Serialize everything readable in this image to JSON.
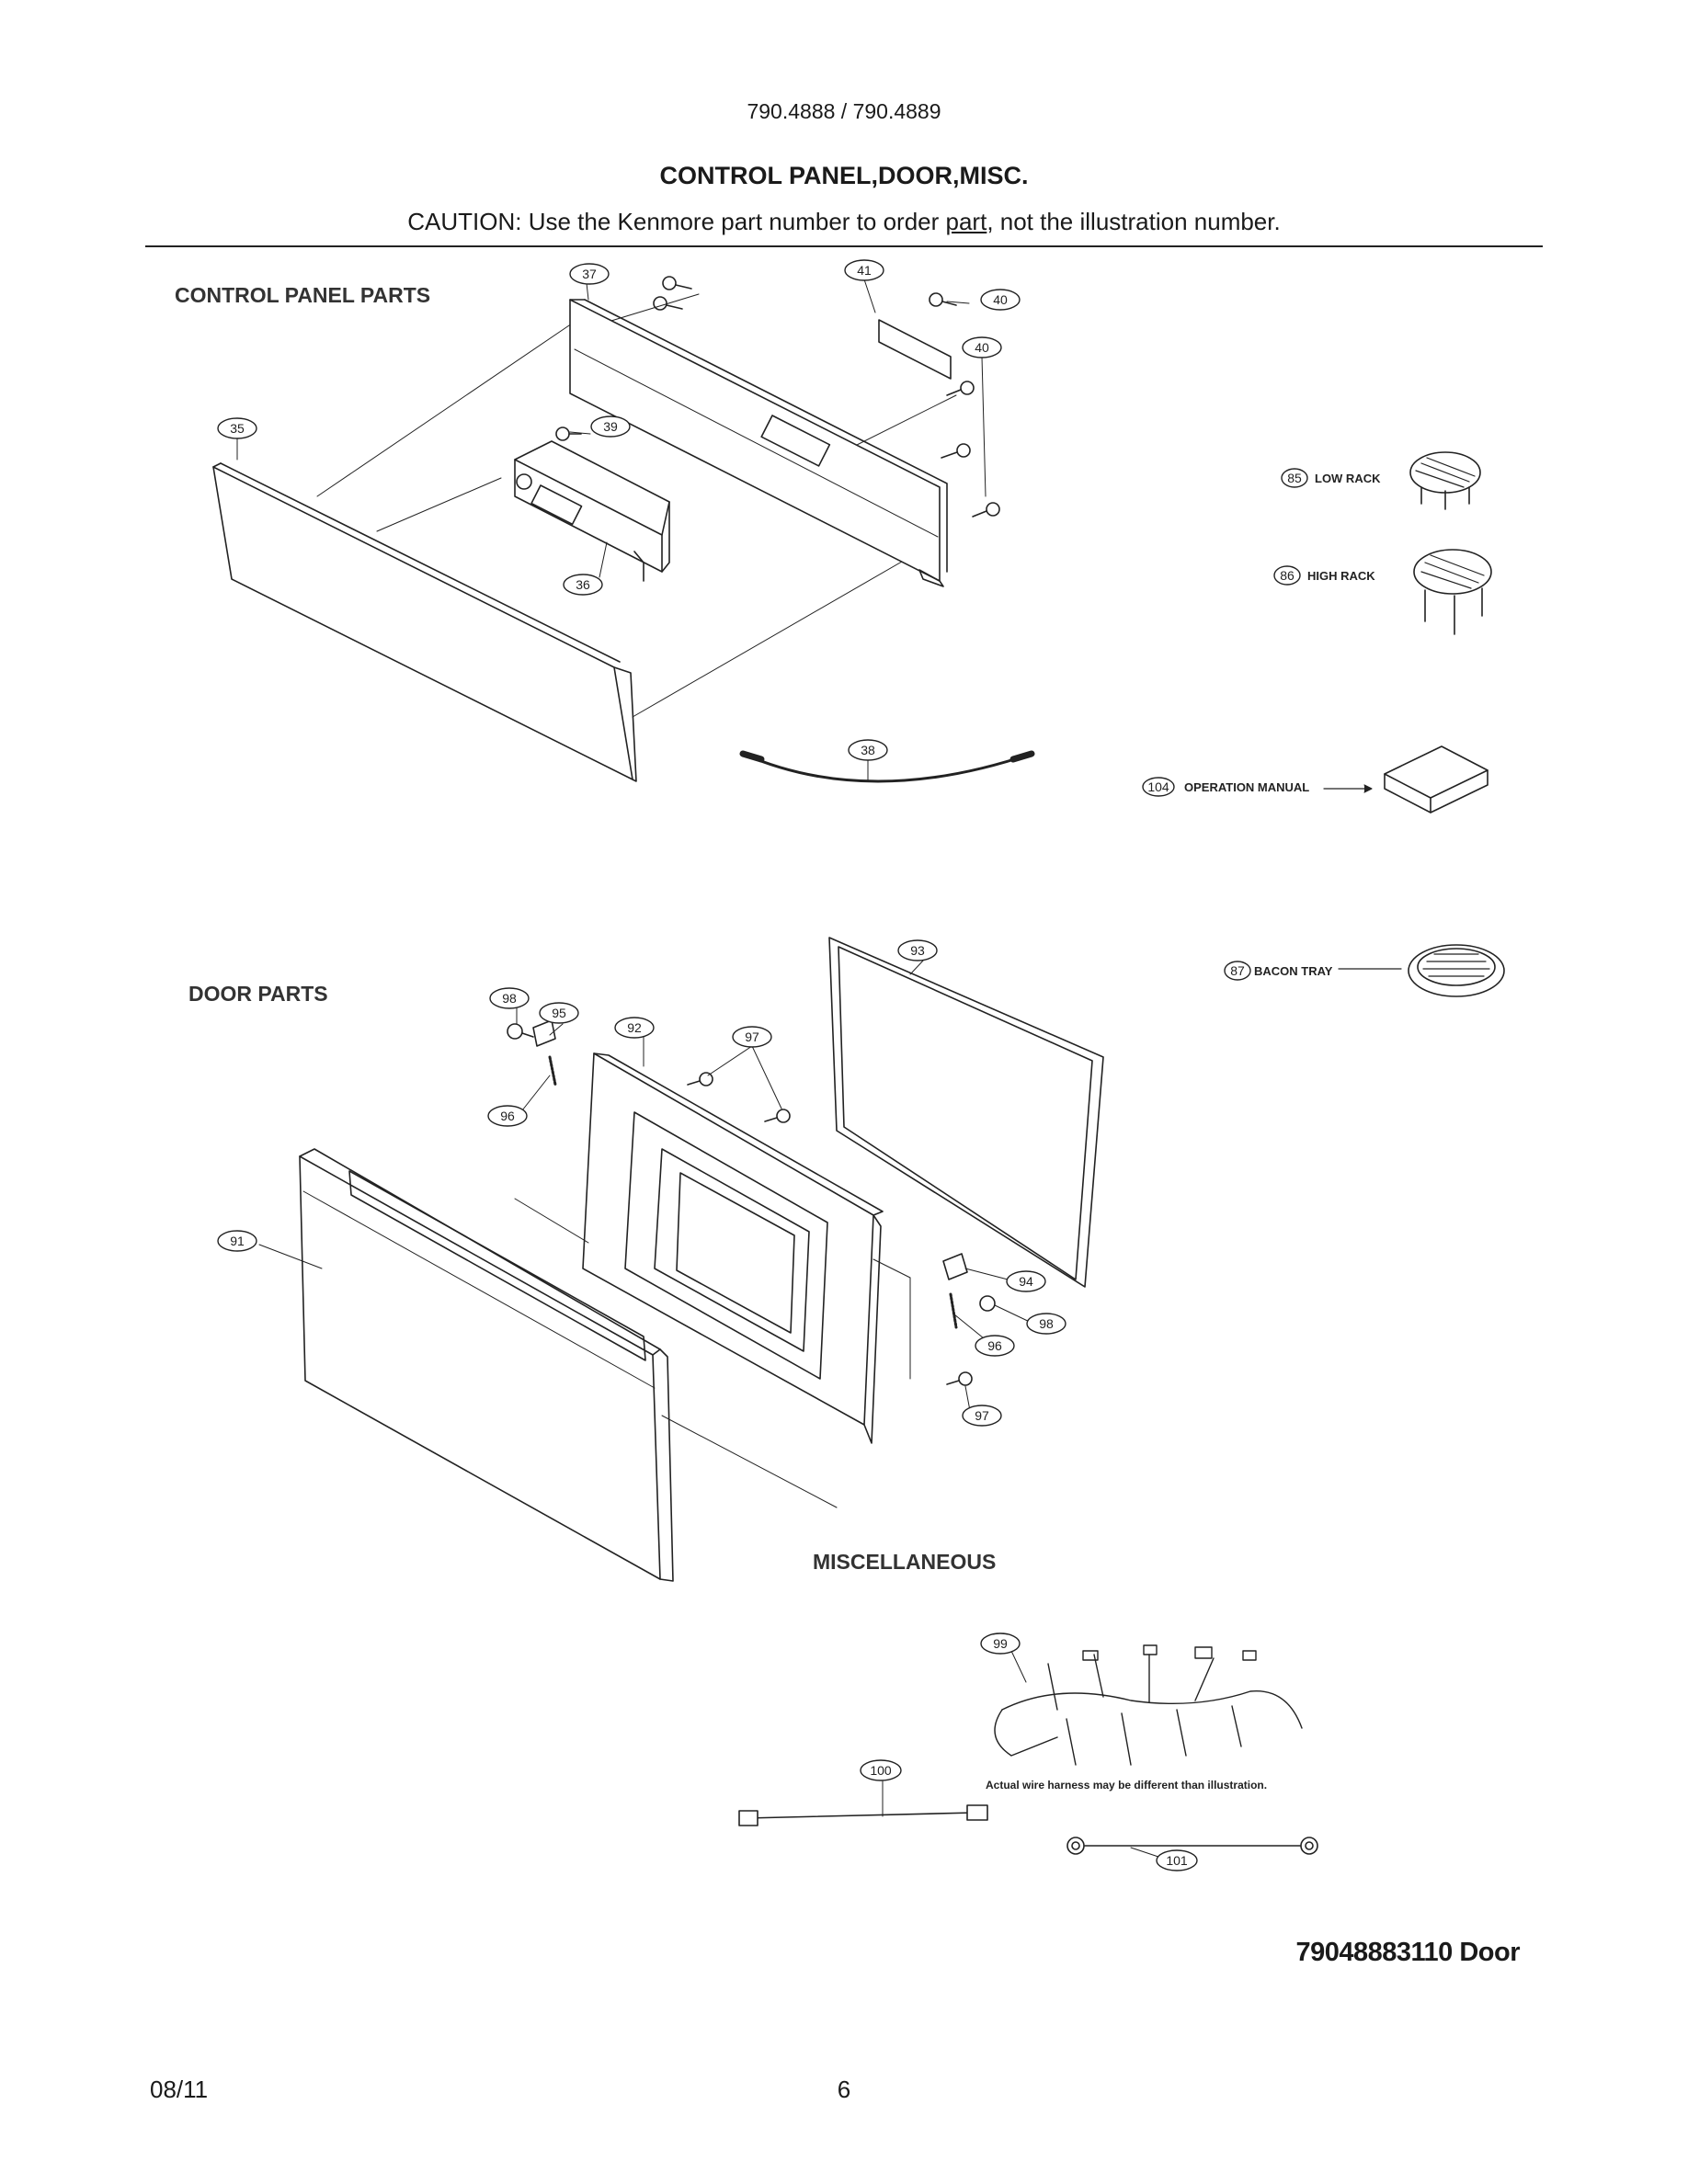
{
  "header": {
    "model": "790.4888 / 790.4889",
    "title": "CONTROL PANEL,DOOR,MISC.",
    "caution_prefix": "CAUTION: Use the Kenmore part number to order ",
    "caution_link": "part",
    "caution_suffix": ", not the illustration number."
  },
  "sections": {
    "control_panel": "CONTROL PANEL PARTS",
    "door": "DOOR PARTS",
    "misc": "MISCELLANEOUS"
  },
  "callouts": {
    "c37": "37",
    "c41": "41",
    "c40a": "40",
    "c40b": "40",
    "c35": "35",
    "c39": "39",
    "c36": "36",
    "c38": "38",
    "c85": "85",
    "c86": "86",
    "c104": "104",
    "c87": "87",
    "c93": "93",
    "c98a": "98",
    "c95": "95",
    "c92": "92",
    "c97a": "97",
    "c96a": "96",
    "c91": "91",
    "c94": "94",
    "c98b": "98",
    "c96b": "96",
    "c97b": "97",
    "c99": "99",
    "c100": "100",
    "c101": "101"
  },
  "accessory_labels": {
    "low_rack": "LOW RACK",
    "high_rack": "HIGH RACK",
    "operation_manual": "OPERATION MANUAL",
    "bacon_tray": "BACON TRAY"
  },
  "harness_note": "Actual wire harness may be different than illustration.",
  "footer": {
    "doc_id": "79048883110 Door",
    "date": "08/11",
    "page": "6"
  },
  "colors": {
    "ink": "#222222",
    "paper": "#ffffff"
  }
}
